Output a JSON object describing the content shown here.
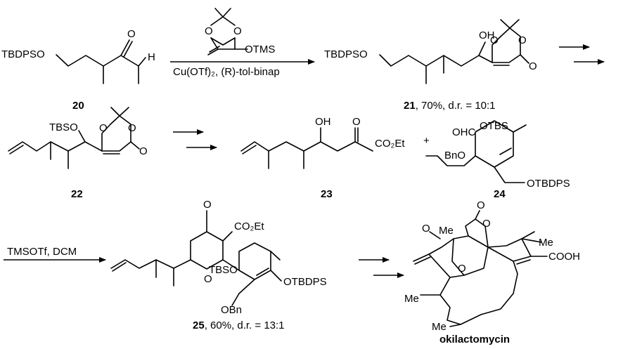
{
  "compounds": {
    "c20": {
      "number": "20",
      "groups": {
        "tbdpso": "TBDPSO",
        "o": "O",
        "h": "H"
      }
    },
    "reagent1": {
      "groups": {
        "o1": "O",
        "o2": "O",
        "otms": "OTMS"
      },
      "conditions": "Cu(OTf)₂, (R)-tol-binap"
    },
    "c21": {
      "number": "21",
      "caption_rest": ", 70%, d.r. = 10:1",
      "groups": {
        "tbdpso": "TBDPSO",
        "oh": "OH",
        "o1": "O",
        "o2": "O",
        "o3": "O"
      }
    },
    "c22": {
      "number": "22",
      "groups": {
        "tbso": "TBSO",
        "o1": "O",
        "o2": "O",
        "o3": "O"
      }
    },
    "c23": {
      "number": "23",
      "groups": {
        "oh": "OH",
        "o": "O",
        "co2et": "CO₂Et"
      }
    },
    "plus": "+",
    "c24": {
      "number": "24",
      "groups": {
        "ohc": "OHC",
        "otbs": "OTBS",
        "bno": "BnO",
        "otbdps": "OTBDPS"
      }
    },
    "step3": {
      "conditions": "TMSOTf, DCM"
    },
    "c25": {
      "number": "25",
      "caption_rest": ", 60%, d.r. = 13:1",
      "groups": {
        "o1": "O",
        "co2et": "CO₂Et",
        "o2": "O",
        "tbso": "TBSO",
        "otbdps": "OTBDPS",
        "obn": "OBn"
      }
    },
    "product": {
      "name": "okilactomycin",
      "groups": {
        "me1": "Me",
        "o1": "O",
        "o2": "O",
        "o3": "O",
        "me2": "Me",
        "o4": "O",
        "cooh": "COOH",
        "me3": "Me",
        "me4": "Me"
      }
    }
  }
}
